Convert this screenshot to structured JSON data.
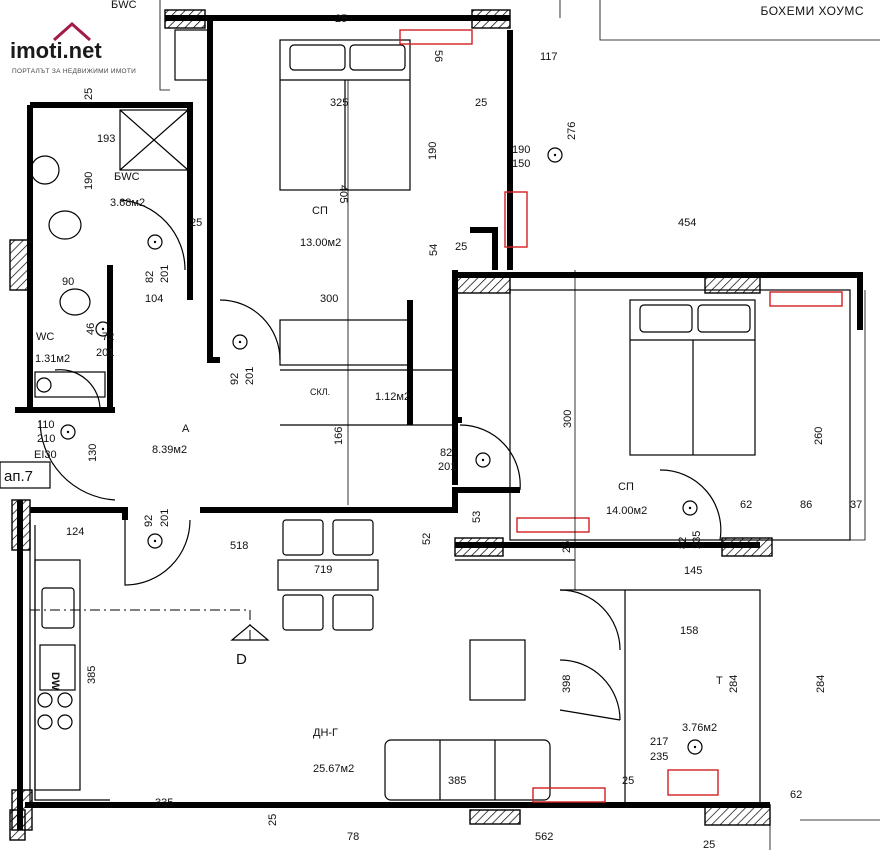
{
  "brand": "БОХЕМИ ХОУМС",
  "logo": {
    "name": "imoti.net",
    "tagline": "ПОРТАЛЪТ ЗА НЕДВИЖИМИ ИМОТИ"
  },
  "rooms": {
    "bathroom": {
      "name": "БWC",
      "area": "3.68м2"
    },
    "bathroom_top": {
      "name": "БWC"
    },
    "bedroom1": {
      "name": "СП",
      "area": "13.00м2"
    },
    "closet": {
      "name": "СКЛ.",
      "area": "1.12м2"
    },
    "wc": {
      "name": "WC",
      "area": "1.31м2"
    },
    "hall": {
      "name": "А",
      "area": "8.39м2"
    },
    "bedroom2": {
      "name": "СП",
      "area": "14.00м2"
    },
    "living": {
      "name": "ДН-Г",
      "area": "25.67м2"
    },
    "terrace": {
      "name": "Т",
      "area": "3.76м2"
    }
  },
  "neighbor_label": "ап.7",
  "section_marker": "D",
  "door_class": "EI30",
  "dimensions": {
    "d25_top": "25",
    "d56": "56",
    "d117": "117",
    "d325": "325",
    "d25_b": "25",
    "d190": "190",
    "d150": "150",
    "d276": "276",
    "d190_v": "190",
    "d193": "193",
    "d190_bath": "190",
    "d405": "405",
    "d25_c": "25",
    "d454": "454",
    "d54": "54",
    "d25_d": "25",
    "d82a": "82",
    "d201a": "201",
    "d104": "104",
    "d300": "300",
    "d90": "90",
    "d46": "46",
    "d72": "72",
    "d201b": "201",
    "d92a": "92",
    "d201c": "201",
    "d166": "166",
    "d300_v": "300",
    "d260": "260",
    "d110": "110",
    "d210": "210",
    "d130": "130",
    "d82b": "82",
    "d201d": "201",
    "d62": "62",
    "d86": "86",
    "d37": "37",
    "d92b": "92",
    "d201e": "201",
    "d53": "53",
    "d518": "518",
    "d52": "52",
    "d25_e": "25",
    "d82c": "82",
    "d235": "235",
    "d145": "145",
    "d719": "719",
    "d124": "124",
    "d385_v": "385",
    "d398": "398",
    "d158": "158",
    "d284a": "284",
    "d284b": "284",
    "d217": "217",
    "d235b": "235",
    "d385": "385",
    "d25_f": "25",
    "d62b": "62",
    "d335": "335",
    "d25_g": "25",
    "d78": "78",
    "d562": "562",
    "d25_h": "25",
    "d25_left": "25"
  },
  "appliances": {
    "dw": "DW"
  }
}
